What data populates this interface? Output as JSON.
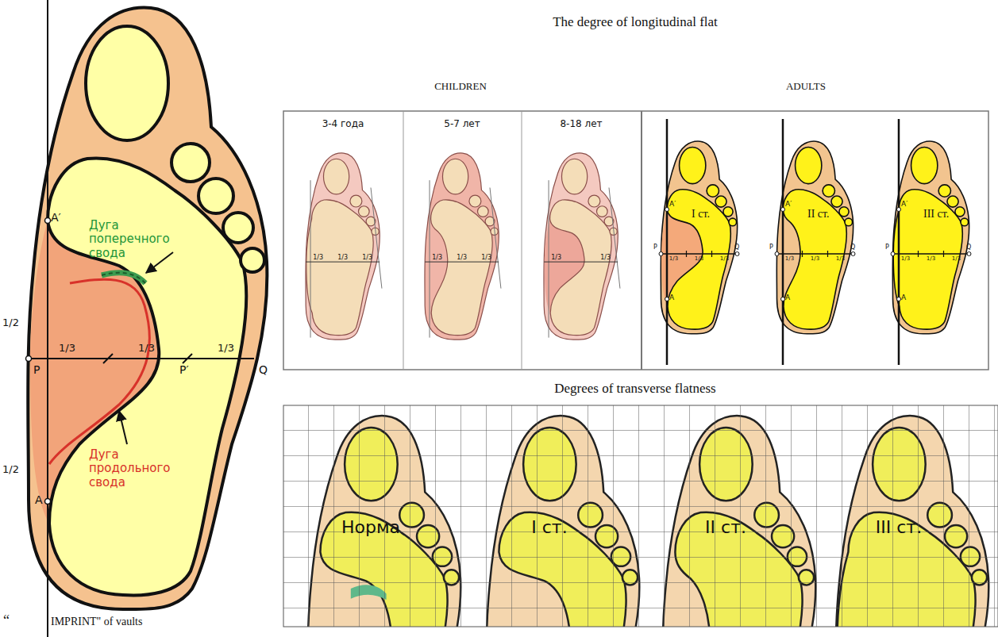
{
  "diagram": {
    "labels": [
      "Дуга поперечного свода",
      "A′",
      "1/2",
      "1/3",
      "1/3",
      "1/3",
      "P",
      "P′",
      "Q",
      "1/2",
      "Дуга продольного свода",
      "A",
      "“",
      "IMPRINT\" of vaults",
      "The degree of longitudinal flat",
      "CHILDREN",
      "ADULTS",
      "3-4 года",
      "5-7 лет",
      "8-18 лет",
      "1/3",
      "1/3",
      "1/3",
      "1/3",
      "1/3",
      "1/3",
      "1/3",
      "1/3",
      "A′",
      "I ст.",
      "P",
      "1/3",
      "1/3",
      "1/3",
      "Q",
      "A",
      "A′",
      "II ст.",
      "P",
      "1/3",
      "1/3",
      "1/3",
      "Q",
      "A",
      "A′",
      "III ст.",
      "P",
      "1/3",
      "1/3",
      "1/3",
      "Q",
      "A",
      "Degrees of transverse flatness",
      "Норма",
      "I ст.",
      "II ст.",
      "III ст."
    ]
  }
}
